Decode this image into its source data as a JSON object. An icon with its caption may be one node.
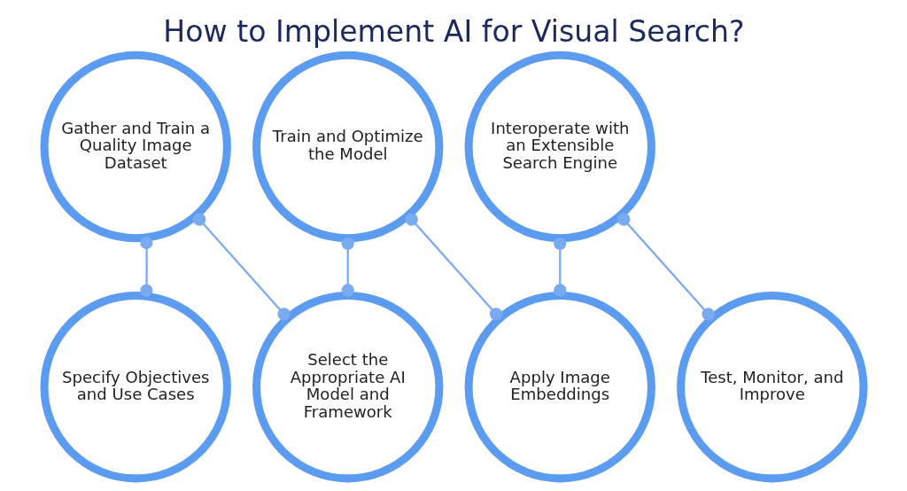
{
  "diagram": {
    "title": "How to Implement AI for Visual Search?",
    "nodes": [
      {
        "text": [
          "Specify Objectives and Use Cases"
        ]
      },
      {
        "text": [
          "Gather and Train a Quality Image Dataset"
        ]
      },
      {
        "text": [
          "Select the Appropriate AI Model and Framework"
        ]
      },
      {
        "text": [
          "Train and Optimize the Model"
        ]
      },
      {
        "text": [
          "Apply Image Embeddings"
        ]
      },
      {
        "text": [
          "Interoperate with an Extensible Search Engine"
        ]
      },
      {
        "text": [
          "Test, Monitor, and Improve"
        ]
      }
    ],
    "edges": [
      {
        "from": 0,
        "to": 1,
        "arrow": "other"
      },
      {
        "from": 1,
        "to": 2,
        "arrow": "other"
      },
      {
        "from": 2,
        "to": 3,
        "arrow": "other"
      },
      {
        "from": 3,
        "to": 4,
        "arrow": "other"
      },
      {
        "from": 4,
        "to": 5,
        "arrow": "other"
      },
      {
        "from": 5,
        "to": 6,
        "arrow": "other"
      }
    ]
  }
}
